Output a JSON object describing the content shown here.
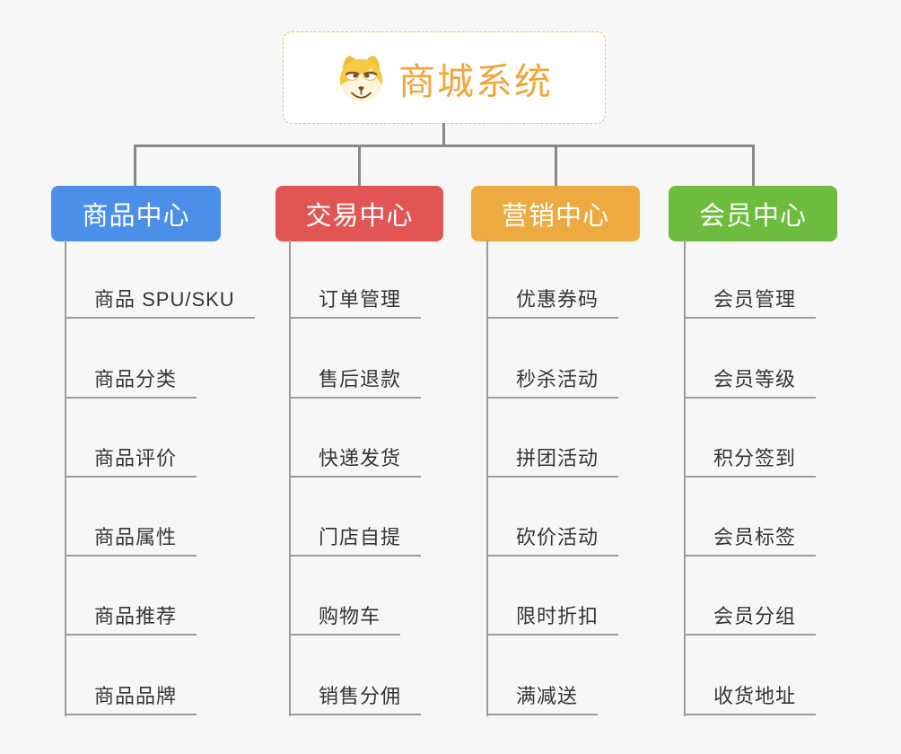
{
  "root": {
    "title": "商城系统",
    "icon": "doge-icon",
    "accent_color": "#f0a53d",
    "border_color": "#f0bb66",
    "background": "#ffffff"
  },
  "canvas": {
    "background": "#f7f7f7",
    "connector_color": "#898989",
    "underline_color": "#9c9c9c",
    "item_text_color": "#353535"
  },
  "branches": [
    {
      "label": "商品中心",
      "color": "#4b8fe8",
      "items": [
        "商品 SPU/SKU",
        "商品分类",
        "商品评价",
        "商品属性",
        "商品推荐",
        "商品品牌"
      ]
    },
    {
      "label": "交易中心",
      "color": "#e15654",
      "items": [
        "订单管理",
        "售后退款",
        "快递发货",
        "门店自提",
        "购物车",
        "销售分佣"
      ]
    },
    {
      "label": "营销中心",
      "color": "#ecaa41",
      "items": [
        "优惠券码",
        "秒杀活动",
        "拼团活动",
        "砍价活动",
        "限时折扣",
        "满减送"
      ]
    },
    {
      "label": "会员中心",
      "color": "#6dbc3e",
      "items": [
        "会员管理",
        "会员等级",
        "积分签到",
        "会员标签",
        "会员分组",
        "收货地址"
      ]
    }
  ]
}
